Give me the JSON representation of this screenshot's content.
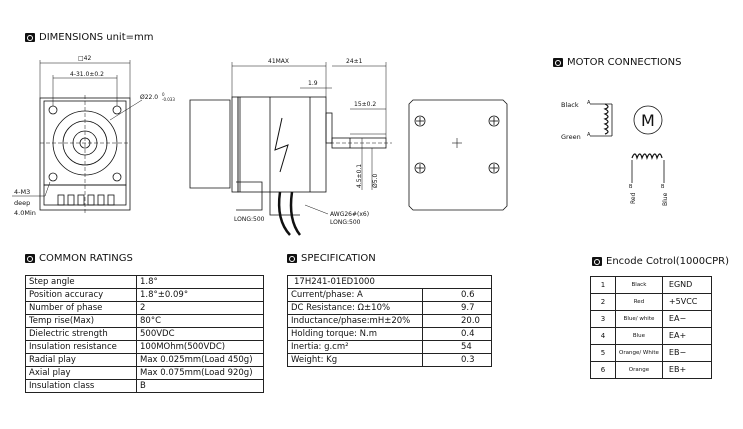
{
  "sections": {
    "dimensions": "DIMENSIONS unit=mm",
    "motor_connections": "MOTOR CONNECTIONS",
    "common_ratings": "COMMON RATINGS",
    "specification": "SPECIFICATION",
    "encode": "Encode Cotrol(1000CPR)"
  },
  "drawing": {
    "square": "□42",
    "hole_spacing": "4-31.0±0.2",
    "pilot_dia": "Ø22.0",
    "pilot_tol_top": "0",
    "pilot_tol_bot": "-0.033",
    "screw": "4-M3",
    "deep": "deep",
    "deep_val": "4.0Min",
    "length": "41MAX",
    "shaft_len": "24±1",
    "flange": "1.9",
    "flat": "15±0.2",
    "flat_depth": "4.5±0.1",
    "shaft_dia": "Ø5.0",
    "lead1": "LONG:500",
    "awg": "AWG26#(x6)",
    "lead2": "LONG:500"
  },
  "connections": {
    "black": "Black",
    "green": "Green",
    "a": "A",
    "a_bar": "A",
    "b": "B",
    "b_bar": "B",
    "red": "Red",
    "blue": "Blue",
    "motor": "M"
  },
  "common_ratings": [
    [
      "Step angle",
      "1.8°"
    ],
    [
      "Position accuracy",
      "1.8°±0.09°"
    ],
    [
      "Number of phase",
      "2"
    ],
    [
      "Temp rise(Max)",
      "80°C"
    ],
    [
      "Dielectric strength",
      "500VDC"
    ],
    [
      "Insulation resistance",
      "100MOhm(500VDC)"
    ],
    [
      "Radial play",
      "Max 0.025mm(Load 450g)"
    ],
    [
      "Axial play",
      "Max 0.075mm(Load 920g)"
    ],
    [
      "Insulation class",
      "B"
    ]
  ],
  "specification": {
    "model": "17H241-01ED1000",
    "rows": [
      [
        "Current/phase: A",
        "0.6"
      ],
      [
        "DC Resistance: Ω±10%",
        "9.7"
      ],
      [
        "Inductance/phase:mH±20%",
        "20.0"
      ],
      [
        "Holding torque: N.m",
        "0.4"
      ],
      [
        "Inertia: g.cm²",
        "54"
      ],
      [
        "Weight: Kg",
        "0.3"
      ]
    ]
  },
  "encoder": [
    [
      "1",
      "Black",
      "EGND"
    ],
    [
      "2",
      "Red",
      "+5VCC"
    ],
    [
      "3",
      "Blue/ white",
      "EA−"
    ],
    [
      "4",
      "Blue",
      "EA+"
    ],
    [
      "5",
      "Orange/ White",
      "EB−"
    ],
    [
      "6",
      "Orange",
      "EB+"
    ]
  ]
}
